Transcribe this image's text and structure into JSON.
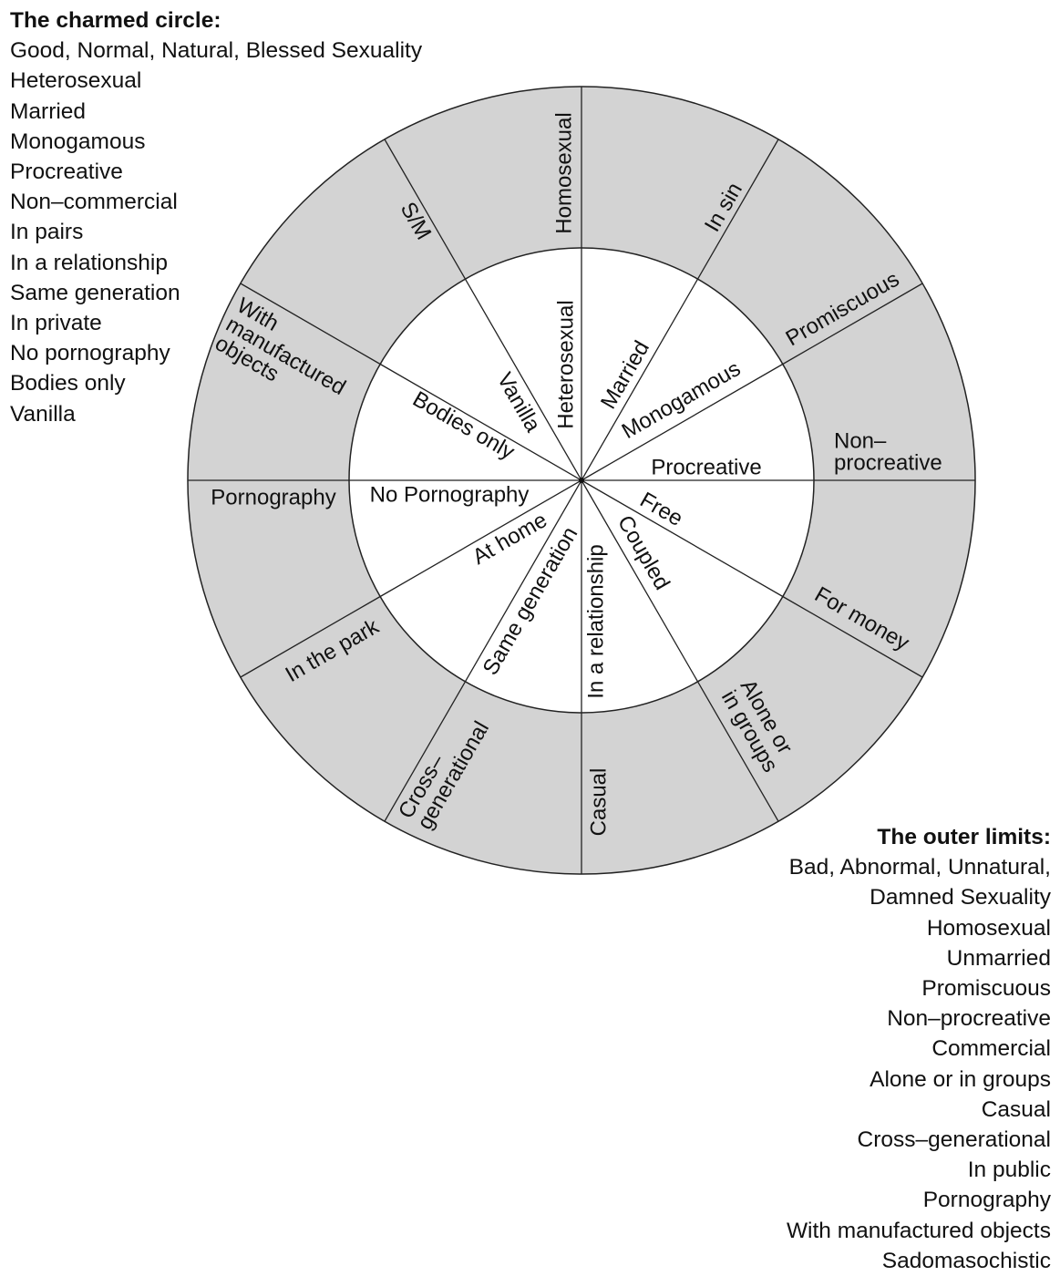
{
  "charmed": {
    "title": "The charmed circle:",
    "items": [
      "Good, Normal, Natural, Blessed Sexuality",
      "Heterosexual",
      "Married",
      "Monogamous",
      "Procreative",
      "Non–commercial",
      "In pairs",
      "In a relationship",
      "Same generation",
      "In private",
      "No pornography",
      "Bodies only",
      "Vanilla"
    ]
  },
  "outer": {
    "title": "The outer limits:",
    "items": [
      "Bad, Abnormal, Unnatural,",
      "Damned Sexuality",
      "Homosexual",
      "Unmarried",
      "Promiscuous",
      "Non–procreative",
      "Commercial",
      "Alone or in groups",
      "Casual",
      "Cross–generational",
      "In public",
      "Pornography",
      "With manufactured objects",
      "Sadomasochistic"
    ]
  },
  "wheel": {
    "inner": [
      "Heterosexual",
      "Married",
      "Monogamous",
      "Procreative",
      "Free",
      "Coupled",
      "In a relationship",
      "Same generation",
      "At home",
      "No Pornography",
      "Bodies only",
      "Vanilla"
    ],
    "outer": [
      [
        "Homosexual"
      ],
      [
        "S/M"
      ],
      [
        "With",
        "manufactured",
        "objects"
      ],
      [
        "Pornography"
      ],
      [
        "In the park"
      ],
      [
        "Cross–",
        "generational"
      ],
      [
        "Casual"
      ],
      [
        "Alone or",
        "in groups"
      ],
      [
        "For money"
      ],
      [
        "Non–",
        "procreative"
      ],
      [
        "Promiscuous"
      ],
      [
        "In sin"
      ]
    ],
    "colors": {
      "outer_fill": "#d3d3d3",
      "inner_fill": "#ffffff",
      "line": "#222222"
    }
  }
}
